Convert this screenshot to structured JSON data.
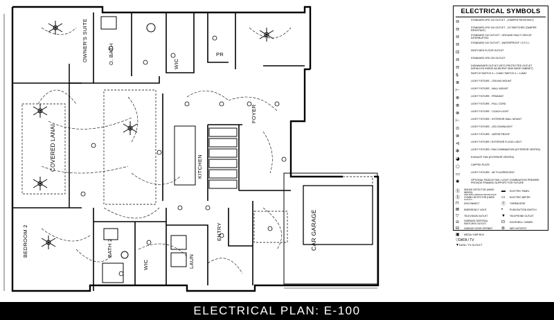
{
  "footer": {
    "title": "ELECTRICAL PLAN: E-100"
  },
  "rooms": {
    "owners_suite": "OWNER'S SUITE",
    "o_bath": "O. BATH",
    "wic_top": "WIC",
    "pr": "PR",
    "covered_lanai": "COVERED LANAI",
    "foyer": "FOYER",
    "kitchen": "KITCHEN",
    "bedroom_2": "BEDROOM 2",
    "bath_2": "BATH 2",
    "wic_bottom": "WIC",
    "laun": "LAUN",
    "entry": "ENTRY",
    "car_garage": "CAR GARAGE"
  },
  "legend": {
    "title": "ELECTRICAL SYMBOLS",
    "items": [
      {
        "icon": "duplex-outlet-icon",
        "symbol": "⊖",
        "text": "Standard 4PD 110 outlet - (tamper resistant)"
      },
      {
        "icon": "half-switched-outlet-icon",
        "symbol": "⊖",
        "text": "Standard 4PD 110 outlet - 1/2 switched (tamper resistant)"
      },
      {
        "icon": "gfci-outlet-icon",
        "symbol": "⊖",
        "text": "Standard 110 outlet - ground fault circuit interrupted"
      },
      {
        "icon": "waterproof-outlet-icon",
        "symbol": "⊖",
        "text": "Standard 110 outlet - waterproof / G.F.C.I."
      },
      {
        "icon": "floor-outlet-icon",
        "symbol": "⊡",
        "text": "Switched floor outlet"
      },
      {
        "icon": "outlet-220-icon",
        "symbol": "⊖",
        "text": "Standard 4PD 220 outlet"
      },
      {
        "icon": "dishwasher-outlet-icon",
        "symbol": "⊖",
        "text": "Dishwasher outlet (GFCI protected outlet installed inside adjacent sink base cabinet)"
      },
      {
        "icon": "switch-icon",
        "symbol": "$",
        "text": "Switch    Switch 3 = 3-way    Switch 4 = 4-way"
      },
      {
        "icon": "ceiling-light-icon",
        "symbol": "⊕",
        "text": "Light fixture - ceiling mount"
      },
      {
        "icon": "wall-light-icon",
        "symbol": "⊢",
        "text": "Light fixture - wall mount"
      },
      {
        "icon": "pendant-light-icon",
        "symbol": "⊕",
        "text": "Light fixture - pendant"
      },
      {
        "icon": "pull-cord-light-icon",
        "symbol": "⊕",
        "text": "Light fixture - pull cord"
      },
      {
        "icon": "coach-light-icon",
        "symbol": "⊗",
        "text": "Light fixture - coach light"
      },
      {
        "icon": "exterior-wall-light-icon",
        "symbol": "⊢",
        "text": "Light fixture - exterior wall mount"
      },
      {
        "icon": "led-downlight-icon",
        "symbol": "⊙",
        "text": "Light fixture - LED downlight"
      },
      {
        "icon": "vapor-proof-light-icon",
        "symbol": "⊚",
        "text": "Light fixture - vapor proof"
      },
      {
        "icon": "flood-light-icon",
        "symbol": "⊲",
        "text": "Light fixture / exterior flood light"
      },
      {
        "icon": "fan-light-icon",
        "symbol": "✻",
        "text": "Light fixture / fan combination (exterior vented)"
      },
      {
        "icon": "exhaust-fan-icon",
        "symbol": "◕",
        "text": "Exhaust fan (exterior vented)"
      },
      {
        "icon": "capped-plate-icon",
        "symbol": "○",
        "text": "Capped plate"
      },
      {
        "icon": "fluorescent-light-icon",
        "symbol": "▭",
        "text": "Light fixture - 48\" fluorescent"
      },
      {
        "icon": "paddle-fan-icon",
        "symbol": "✺",
        "text": "Optional paddle fan / light combination prewire. Provide framing support for future"
      }
    ],
    "grid": [
      {
        "icon": "smoke-detector-icon",
        "symbol": "Ⓢ",
        "text": "Smoke detector (hard wired)"
      },
      {
        "icon": "electric-panel-icon",
        "symbol": "▬",
        "text": "Electric panel"
      },
      {
        "icon": "co-detector-icon",
        "symbol": "Ⓢ",
        "text": "Smoke/carbon monoxide combo detector (hard wired)"
      },
      {
        "icon": "electric-meter-icon",
        "symbol": "▭",
        "text": "Electric meter"
      },
      {
        "icon": "disconnect-icon",
        "symbol": "⊓",
        "text": "Disconnect"
      },
      {
        "icon": "thermostat-icon",
        "symbol": "Ⓣ",
        "text": "Thermostat"
      },
      {
        "icon": "emergency-light-icon",
        "symbol": "⊠",
        "text": "Emergency light"
      },
      {
        "icon": "push-button-icon",
        "symbol": "•",
        "text": "Push button switch"
      },
      {
        "icon": "television-outlet-icon",
        "symbol": "▽",
        "text": "Television outlet"
      },
      {
        "icon": "telephone-outlet-icon",
        "symbol": "▼",
        "text": "Telephone outlet"
      },
      {
        "icon": "garbage-disposal-icon",
        "symbol": "⊖",
        "text": "Garbage disposal switched outlet"
      },
      {
        "icon": "door-chimes-icon",
        "symbol": "⊡",
        "text": "Door bell chimes"
      },
      {
        "icon": "garage-door-opener-icon",
        "symbol": "⊟",
        "text": "Garage door opener"
      },
      {
        "icon": "wifi-hotspot-icon",
        "symbol": "⊛",
        "text": "WIFI hotspot"
      },
      {
        "icon": "media-box-icon",
        "symbol": "▣",
        "text": "Media / DMP box"
      }
    ],
    "data_tv": {
      "label": "DATA / TV",
      "outlet": "DATA / TV OUTLET"
    }
  },
  "colors": {
    "ink": "#000000",
    "paper": "#ffffff",
    "band": "#000000"
  }
}
